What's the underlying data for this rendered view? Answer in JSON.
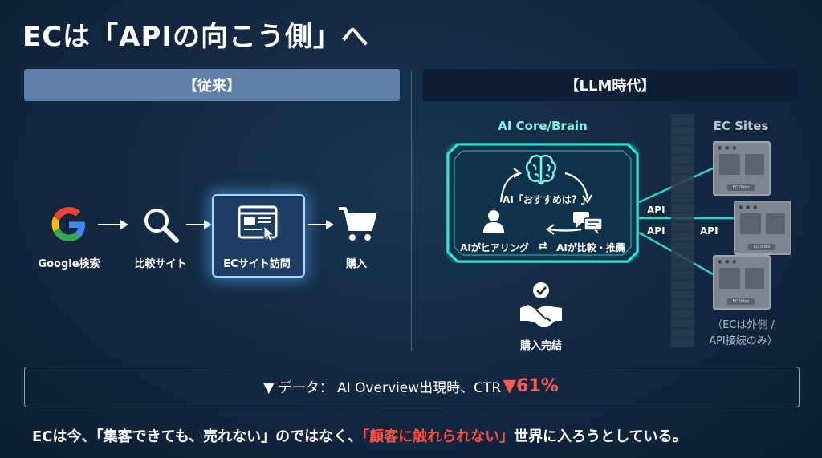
{
  "title": "ECは「APIの向こう側」へ",
  "left_header": "【従来】",
  "right_header": "【LLM時代】",
  "traditional_flow": [
    {
      "label": "Google検索",
      "icon": "google-icon"
    },
    {
      "label": "比較サイト",
      "icon": "magnifier-icon"
    },
    {
      "label": "ECサイト訪問",
      "icon": "browser-window-icon"
    },
    {
      "label": "購入",
      "icon": "shopping-cart-icon"
    }
  ],
  "ai_core": {
    "label": "AI Core/Brain",
    "question": "AI「おすすめは？」",
    "left_step": "AIがヒアリング",
    "swap_symbol": "⇄",
    "right_step": "AIが比較・推薦"
  },
  "api_labels": [
    "API",
    "API",
    "API"
  ],
  "ec_sites": {
    "label": "EC Sites",
    "site_tag": "EC Sites",
    "note_line1": "（ECは外側 /",
    "note_line2": "API接続のみ）"
  },
  "purchase_complete": "購入完結",
  "data_bar": {
    "prefix": "▼ データ： AI Overview出現時、CTR",
    "value": "▼61%"
  },
  "bottom_text": {
    "part1": "ECは今、「集客できても、売れない」のではなく、",
    "highlight": "「顧客に触れられない」",
    "part2": "世界に入ろうとしている。"
  },
  "colors": {
    "accent_cyan": "#2ee6d6",
    "header_left": "#5f80a8",
    "header_right": "#0f2036",
    "highlight_red": "#ff4b3e"
  }
}
